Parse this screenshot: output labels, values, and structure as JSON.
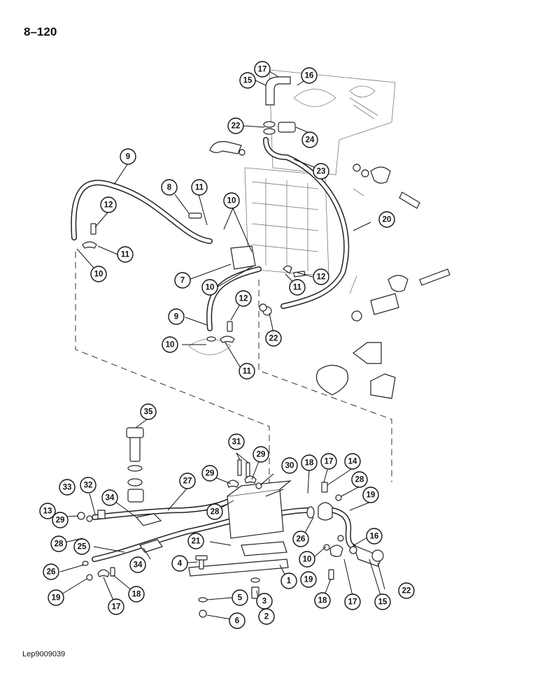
{
  "page": {
    "number": "8–120",
    "figure_ref": "Lep9009039"
  },
  "upper_callouts": [
    "17",
    "16",
    "15",
    "22",
    "24",
    "23",
    "9",
    "8",
    "11",
    "10",
    "12",
    "11",
    "10",
    "7",
    "10",
    "11",
    "12",
    "20",
    "9",
    "12",
    "10",
    "22",
    "11"
  ],
  "lower_callouts": [
    "35",
    "31",
    "29",
    "29",
    "30",
    "18",
    "17",
    "14",
    "27",
    "32",
    "34",
    "28",
    "19",
    "13",
    "33",
    "29",
    "28",
    "28",
    "25",
    "21",
    "16",
    "26",
    "34",
    "26",
    "10",
    "19",
    "4",
    "1",
    "22",
    "19",
    "17",
    "18",
    "5",
    "3",
    "18",
    "17",
    "15",
    "2",
    "6"
  ]
}
